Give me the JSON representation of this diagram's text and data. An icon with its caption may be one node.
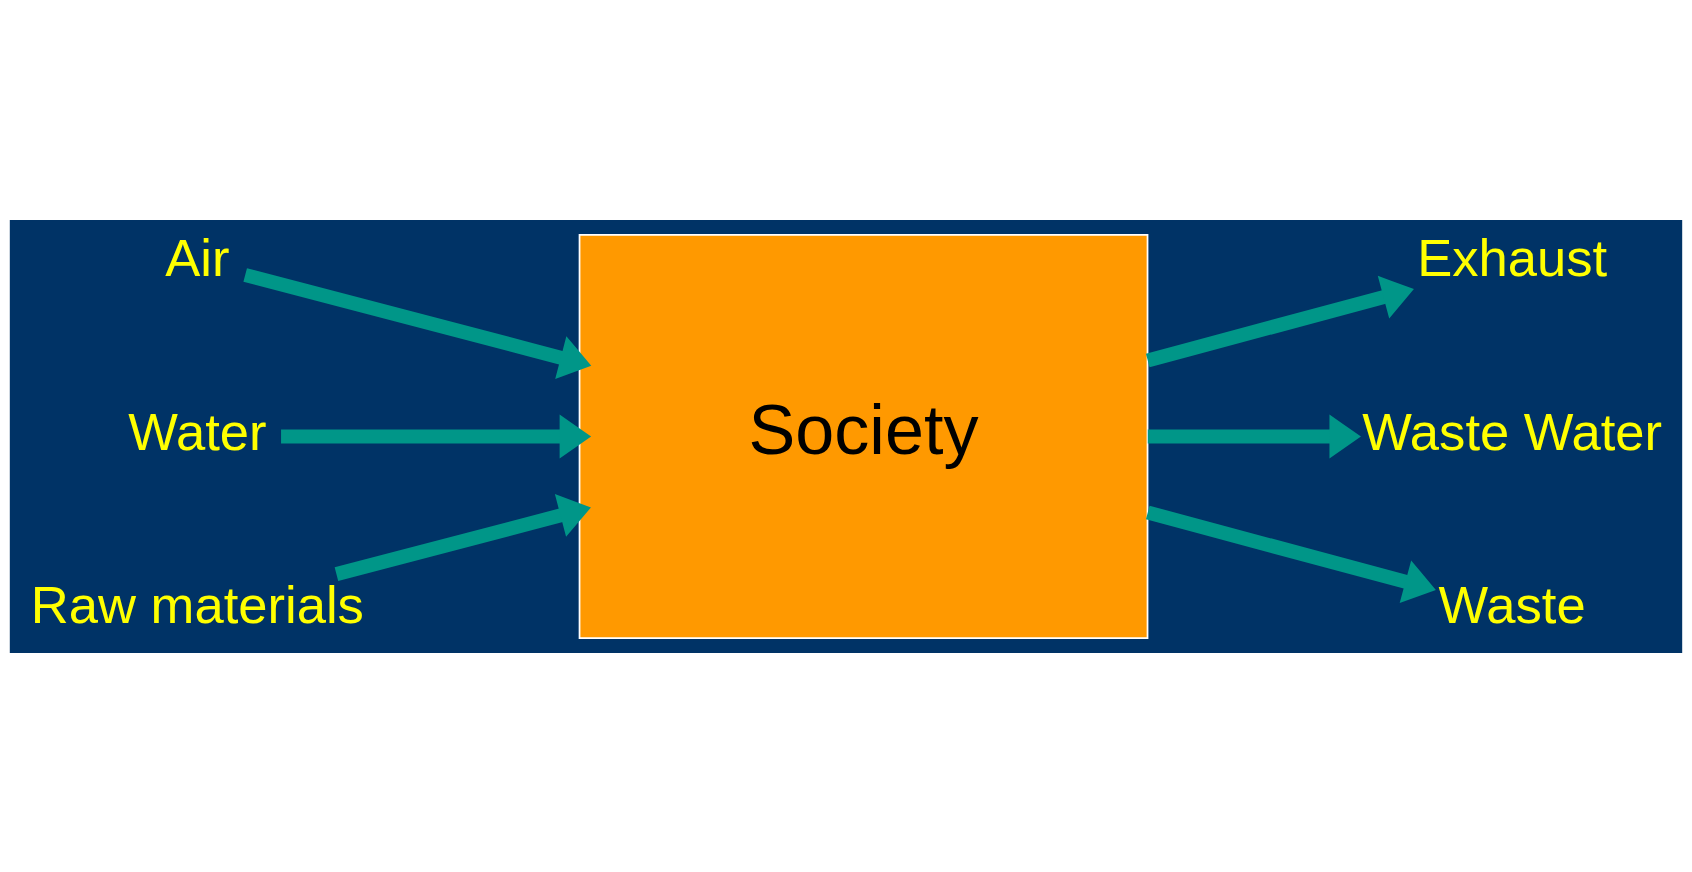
{
  "diagram": {
    "nodes": [
      {
        "text": [
          "Air"
        ]
      },
      {
        "text": [
          "Water"
        ]
      },
      {
        "text": [
          "Raw materials"
        ]
      },
      {
        "text": [
          "Society"
        ]
      },
      {
        "text": [
          "Exhaust"
        ]
      },
      {
        "text": [
          "Waste Water"
        ]
      },
      {
        "text": [
          "Waste"
        ]
      }
    ],
    "edges": [
      {
        "from": 0,
        "to": 3,
        "arrow": "to"
      },
      {
        "from": 1,
        "to": 3,
        "arrow": "to"
      },
      {
        "from": 2,
        "to": 3,
        "arrow": "to"
      },
      {
        "from": 3,
        "to": 4,
        "arrow": "to"
      },
      {
        "from": 3,
        "to": 5,
        "arrow": "to"
      },
      {
        "from": 3,
        "to": 6,
        "arrow": "to"
      }
    ]
  }
}
